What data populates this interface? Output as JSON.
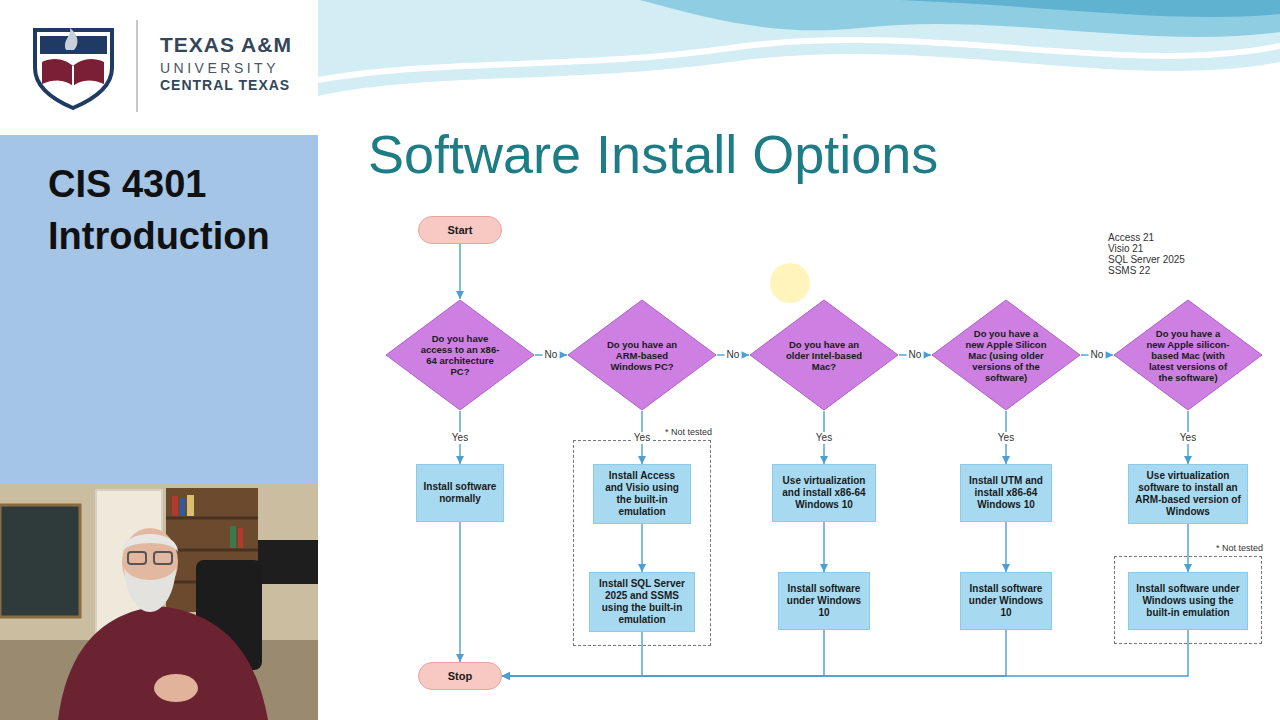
{
  "diagram": {
    "title": "Software Install Options",
    "nodes": [
      {
        "text": [
          "Start"
        ]
      },
      {
        "text": [
          "Do you have access to an x86-64 architecture PC?"
        ]
      },
      {
        "text": [
          "Do you have an ARM-based Windows PC?"
        ]
      },
      {
        "text": [
          "Do you have an older Intel-based Mac?"
        ]
      },
      {
        "text": [
          "Do you have a new Apple Silicon Mac (using older versions of the software)"
        ]
      },
      {
        "text": [
          "Do you have a new Apple silicon-based Mac (with latest versions of the software)"
        ]
      },
      {
        "text": [
          "Install software normally"
        ]
      },
      {
        "text": [
          "* Not tested"
        ]
      },
      {
        "text": [
          "Install Access and Visio using the built-in emulation"
        ],
        "in": 7
      },
      {
        "text": [
          "Install SQL Server 2025 and SSMS using the built-in emulation"
        ],
        "in": 7
      },
      {
        "text": [
          "Use virtualization and install x86-64 Windows 10"
        ]
      },
      {
        "text": [
          "Install software under Windows 10"
        ]
      },
      {
        "text": [
          "Install UTM and install x86-64 Windows 10"
        ]
      },
      {
        "text": [
          "Install software under Windows 10"
        ]
      },
      {
        "text": [
          "Use virtualization software to install an ARM-based version of Windows"
        ]
      },
      {
        "text": [
          "* Not tested"
        ]
      },
      {
        "text": [
          "Install software under Windows using the built-in emulation"
        ],
        "in": 15
      },
      {
        "text": [
          "Stop"
        ]
      }
    ],
    "edges": [
      {
        "from": 0,
        "to": 1,
        "arrow": "to"
      },
      {
        "from": 1,
        "to": 2,
        "label": "No",
        "arrow": "to"
      },
      {
        "from": 2,
        "to": 3,
        "label": "No",
        "arrow": "to"
      },
      {
        "from": 3,
        "to": 4,
        "label": "No",
        "arrow": "to"
      },
      {
        "from": 4,
        "to": 5,
        "label": "No",
        "arrow": "to"
      },
      {
        "from": 1,
        "to": 6,
        "label": "Yes",
        "arrow": "to"
      },
      {
        "from": 2,
        "to": 8,
        "label": "Yes",
        "arrow": "to"
      },
      {
        "from": 8,
        "to": 9,
        "arrow": "to"
      },
      {
        "from": 3,
        "to": 10,
        "label": "Yes",
        "arrow": "to"
      },
      {
        "from": 10,
        "to": 11,
        "arrow": "to"
      },
      {
        "from": 4,
        "to": 12,
        "label": "Yes",
        "arrow": "to"
      },
      {
        "from": 12,
        "to": 13,
        "arrow": "to"
      },
      {
        "from": 5,
        "to": 14,
        "label": "Yes",
        "arrow": "to"
      },
      {
        "from": 14,
        "to": 16,
        "arrow": "to"
      },
      {
        "from": 6,
        "to": 17,
        "arrow": "to"
      },
      {
        "from": 9,
        "to": 17,
        "arrow": "to"
      },
      {
        "from": 11,
        "to": 17,
        "arrow": "to"
      },
      {
        "from": 13,
        "to": 17,
        "arrow": "to"
      },
      {
        "from": 16,
        "to": 17,
        "arrow": "to"
      }
    ],
    "labels": [
      "TEXAS A&M",
      "UNIVERSITY",
      "CENTRAL TEXAS",
      "CIS 4301 Introduction",
      "Access 21",
      "Visio 21",
      "SQL Server 2025",
      "SSMS 22"
    ]
  }
}
